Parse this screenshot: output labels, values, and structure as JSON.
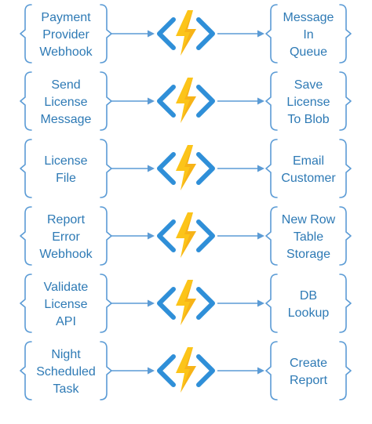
{
  "rows": [
    {
      "input": [
        "Payment",
        "Provider",
        "Webhook"
      ],
      "output": [
        "Message",
        "In",
        "Queue"
      ]
    },
    {
      "input": [
        "Send",
        "License",
        "Message"
      ],
      "output": [
        "Save",
        "License",
        "To Blob"
      ]
    },
    {
      "input": [
        "License",
        "File"
      ],
      "output": [
        "Email",
        "Customer"
      ]
    },
    {
      "input": [
        "Report",
        "Error",
        "Webhook"
      ],
      "output": [
        "New Row",
        "Table",
        "Storage"
      ]
    },
    {
      "input": [
        "Validate",
        "License",
        "API"
      ],
      "output": [
        "DB",
        "Lookup"
      ]
    },
    {
      "input": [
        "Night",
        "Scheduled",
        "Task"
      ],
      "output": [
        "Create",
        "Report"
      ]
    }
  ],
  "icons": {
    "function": "azure-function-icon",
    "arrow": "arrow-right-icon"
  },
  "colors": {
    "text": "#2e7ab5",
    "brace": "#5b9bd5",
    "chevron": "#2f8fd8",
    "bolt": "#fcc419"
  }
}
